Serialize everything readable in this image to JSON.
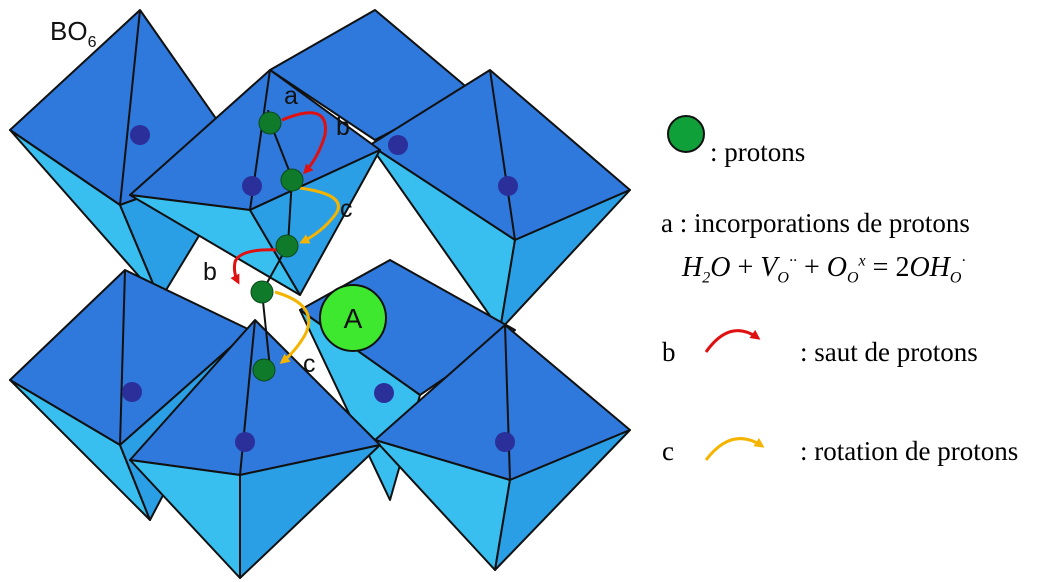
{
  "diagram": {
    "octahedron_label": "BO",
    "octahedron_label_sub": "6",
    "cation_label": "A",
    "step_a": "a",
    "step_b": "b",
    "step_c": "c"
  },
  "legend": {
    "protons": ": protons",
    "incorporation": "a : incorporations de protons",
    "saut_letter": "b",
    "saut_text": ": saut de protons",
    "rotation_letter": "c",
    "rotation_text": ": rotation de protons"
  },
  "equation": {
    "h": "H",
    "h_sub": "2",
    "o1": "O",
    "plus1": "+",
    "v": "V",
    "v_sub": "O",
    "v_sup": "··",
    "plus2": "+",
    "o2": "O",
    "o2_sub": "O",
    "o2_sup": "x",
    "equals": "=",
    "coef": "2",
    "oh": "OH",
    "oh_sub": "O",
    "oh_sup": "·"
  },
  "colors": {
    "octa_light": "#38bff0",
    "octa_mid": "#2a9fe6",
    "octa_dark": "#2f78dc",
    "edge": "#111111",
    "center_dot": "#2b2f9a",
    "proton": "#0f7a2a",
    "cation_A": "#3ee82e",
    "hop_arrow": "#e01010",
    "rotation_arrow": "#f5b400"
  }
}
